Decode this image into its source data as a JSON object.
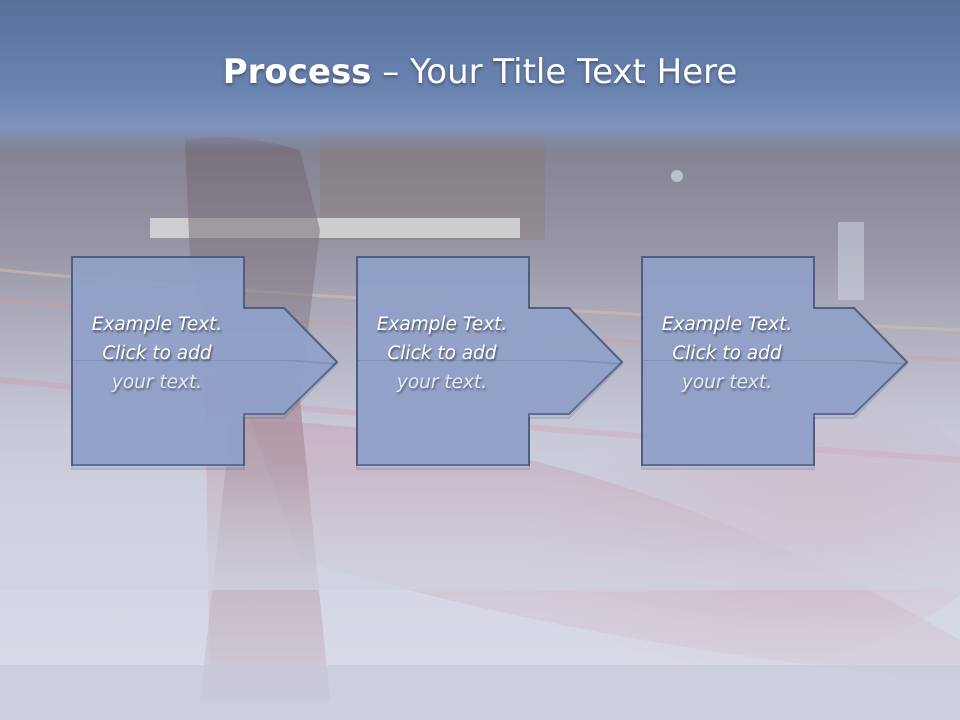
{
  "title": {
    "bold": "Process",
    "rest": " – Your Title Text Here"
  },
  "steps": [
    {
      "line1": "Example Text.",
      "line2": "Click  to add",
      "line3": "your text."
    },
    {
      "line1": "Example Text.",
      "line2": "Click  to add",
      "line3": "your text."
    },
    {
      "line1": "Example Text.",
      "line2": "Click  to add",
      "line3": "your text."
    }
  ],
  "colors": {
    "title_band": "#6a83b0",
    "box_fill": "#8fa0c8",
    "box_border": "#4f5f80",
    "text": "#ffffff"
  }
}
